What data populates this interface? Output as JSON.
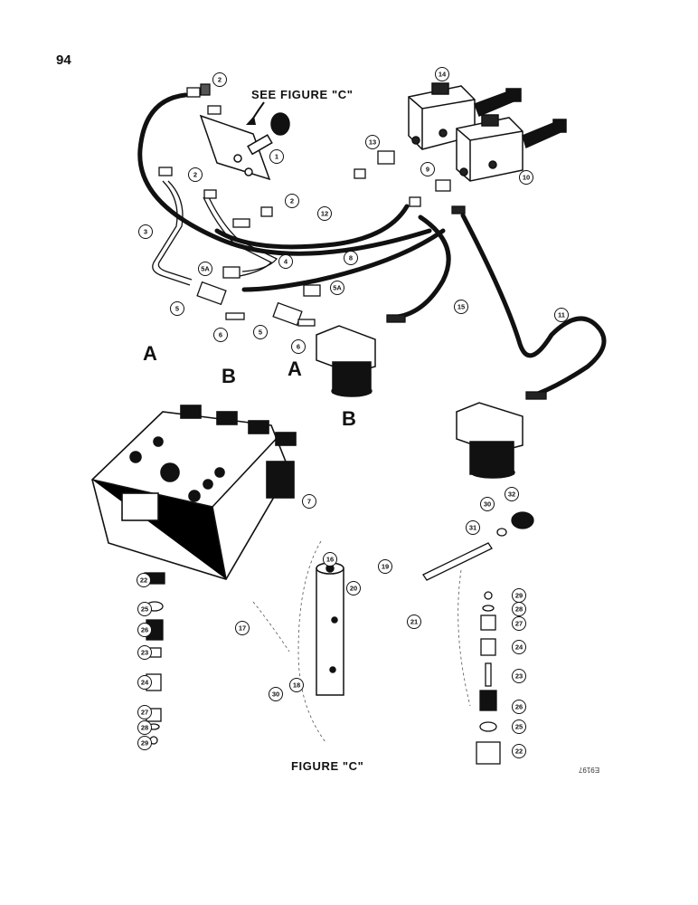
{
  "page_number": "94",
  "see_figure_label": "SEE FIGURE \"C\"",
  "figure_caption": "FIGURE \"C\"",
  "figure_code": "E9197",
  "port_labels": [
    "A",
    "B",
    "A",
    "B"
  ],
  "callouts": [
    "1",
    "2",
    "2",
    "2",
    "3",
    "4",
    "5",
    "5",
    "5A",
    "5A",
    "6",
    "6",
    "7",
    "8",
    "9",
    "10",
    "11",
    "12",
    "13",
    "14",
    "15",
    "16",
    "17",
    "18",
    "19",
    "20",
    "21",
    "22",
    "25",
    "26",
    "23",
    "24",
    "27",
    "28",
    "29",
    "30",
    "31",
    "32",
    "29",
    "28",
    "27",
    "24",
    "23",
    "26",
    "25",
    "22",
    "30"
  ]
}
